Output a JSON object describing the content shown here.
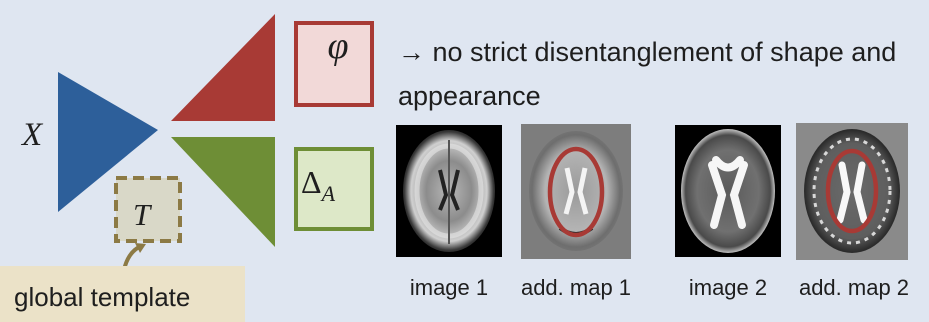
{
  "diagram": {
    "input_label": "X",
    "template_label": "T",
    "phi_label": "φ",
    "delta_label": "Δ",
    "delta_subscript": "A",
    "template_caption": "global template",
    "note_text": "→ no strict disentanglement of shape and appearance"
  },
  "captions": [
    {
      "label": "image 1"
    },
    {
      "label": "add. map 1"
    },
    {
      "label": "image 2"
    },
    {
      "label": "add. map 2"
    }
  ],
  "colors": {
    "background": "#dfe6f1",
    "encoder_blue": "#2d5f9a",
    "decoder_red": "#a83a35",
    "decoder_green": "#6e8e36",
    "phi_box_fill": "#f2d9d8",
    "delta_box_fill": "#dde8c8",
    "template_box_fill": "#d9d8c8",
    "template_dash": "#8c7a45",
    "caption_box": "#ebe2c8",
    "highlight_ellipse": "#a83a35"
  }
}
